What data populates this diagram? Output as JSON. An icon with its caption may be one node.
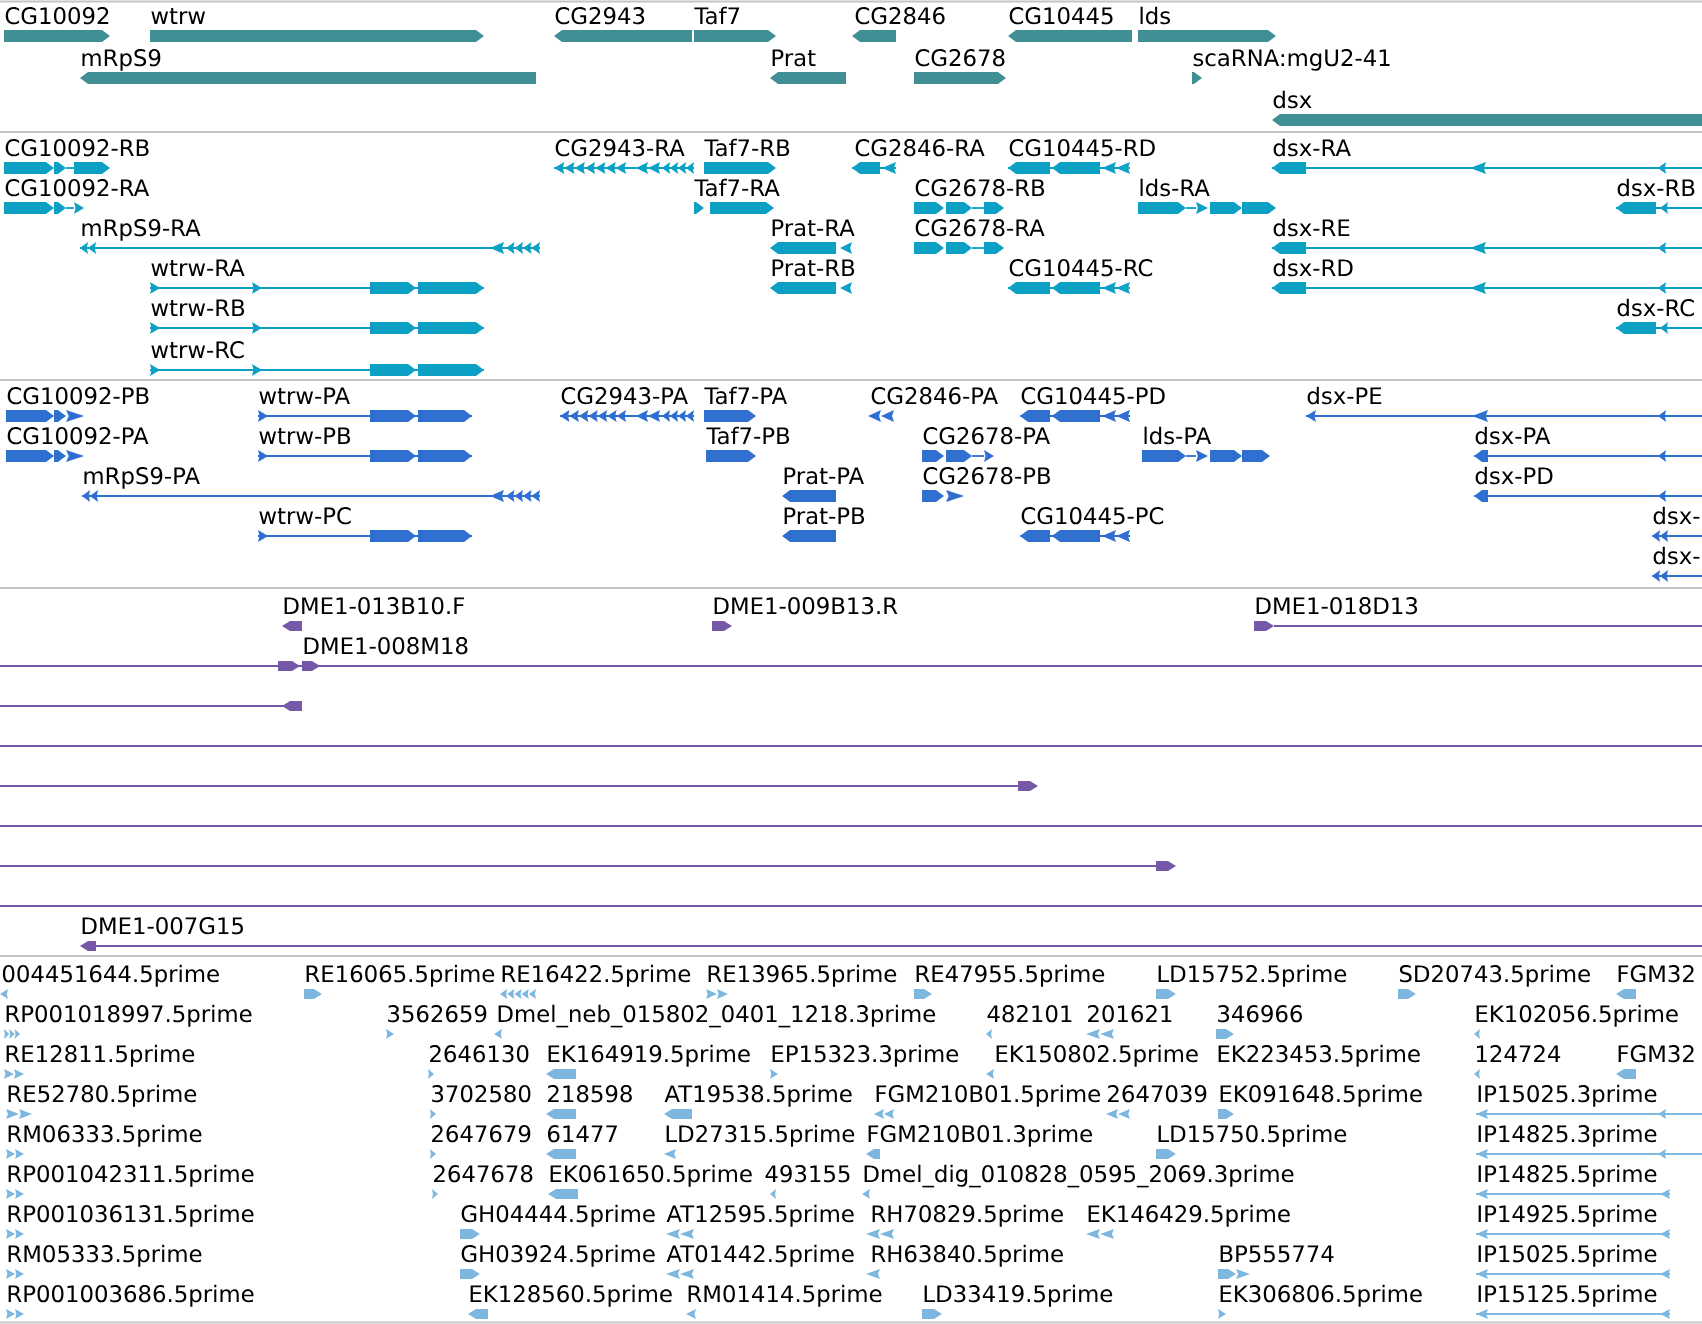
{
  "diagram": {
    "labels": [
      "CG10092",
      "wtrw",
      "CG2943",
      "Taf7",
      "CG2846",
      "CG10445",
      "lds",
      "mRpS9",
      "Prat",
      "CG2678",
      "scaRNA:mgU2-41",
      "dsx",
      "CG10092-RB",
      "CG2943-RA",
      "Taf7-RB",
      "CG2846-RA",
      "CG10445-RD",
      "dsx-RA",
      "CG10092-RA",
      "Taf7-RA",
      "CG2678-RB",
      "lds-RA",
      "dsx-RB",
      "mRpS9-RA",
      "Prat-RA",
      "CG2678-RA",
      "dsx-RE",
      "wtrw-RA",
      "Prat-RB",
      "CG10445-RC",
      "dsx-RD",
      "wtrw-RB",
      "dsx-RC",
      "wtrw-RC",
      "CG10092-PB",
      "wtrw-PA",
      "CG2943-PA",
      "Taf7-PA",
      "CG2846-PA",
      "CG10445-PD",
      "dsx-PE",
      "CG10092-PA",
      "wtrw-PB",
      "Taf7-PB",
      "CG2678-PA",
      "lds-PA",
      "dsx-PA",
      "mRpS9-PA",
      "Prat-PA",
      "CG2678-PB",
      "dsx-PD",
      "wtrw-PC",
      "Prat-PB",
      "CG10445-PC",
      "dsx-",
      "dsx-",
      "DME1-013B10.F",
      "DME1-009B13.R",
      "DME1-018D13",
      "DME1-008M18",
      "DME1-007G15",
      "004451644.5prime",
      "RE16065.5prime",
      "RE16422.5prime",
      "RE13965.5prime",
      "RE47955.5prime",
      "LD15752.5prime",
      "SD20743.5prime",
      "FGM32",
      "RP001018997.5prime",
      "3562659",
      "Dmel_neb_015802_0401_1218.3prime",
      "482101",
      "201621",
      "346966",
      "EK102056.5prime",
      "RE12811.5prime",
      "2646130",
      "EK164919.5prime",
      "EP15323.3prime",
      "EK150802.5prime",
      "EK223453.5prime",
      "124724",
      "FGM32",
      "RE52780.5prime",
      "3702580",
      "218598",
      "AT19538.5prime",
      "FGM210B01.5prime",
      "2647039",
      "EK091648.5prime",
      "IP15025.3prime",
      "RM06333.5prime",
      "2647679",
      "61477",
      "LD27315.5prime",
      "FGM210B01.3prime",
      "LD15750.5prime",
      "IP14825.3prime",
      "RP001042311.5prime",
      "2647678",
      "EK061650.5prime",
      "493155",
      "Dmel_dig_010828_0595_2069.3prime",
      "IP14825.5prime",
      "RP001036131.5prime",
      "GH04444.5prime",
      "AT12595.5prime",
      "RH70829.5prime",
      "EK146429.5prime",
      "IP14925.5prime",
      "RM05333.5prime",
      "GH03924.5prime",
      "AT01442.5prime",
      "RH63840.5prime",
      "BP555774",
      "IP15025.5prime",
      "RP001003686.5prime",
      "EK128560.5prime",
      "RM01414.5prime",
      "LD33419.5prime",
      "EK306806.5prime",
      "IP15125.5prime"
    ]
  }
}
